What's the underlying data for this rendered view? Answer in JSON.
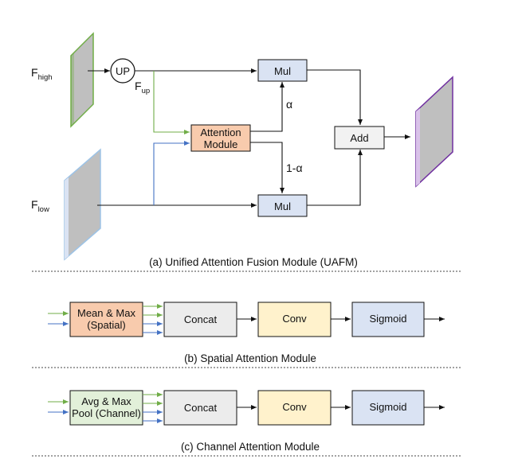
{
  "uafm": {
    "inputs": {
      "f_high": "F",
      "f_high_sub": "high",
      "f_low": "F",
      "f_low_sub": "low",
      "f_up": "F",
      "f_up_sub": "up"
    },
    "up_label": "UP",
    "attention_module_line1": "Attention",
    "attention_module_line2": "Module",
    "mul_label": "Mul",
    "add_label": "Add",
    "alpha": "α",
    "one_minus_alpha": "1-α",
    "caption": "(a) Unified Attention Fusion Module (UAFM)"
  },
  "spatial": {
    "pool_line1": "Mean & Max",
    "pool_line2": "(Spatial)",
    "concat": "Concat",
    "conv": "Conv",
    "sigmoid": "Sigmoid",
    "caption": "(b) Spatial Attention Module"
  },
  "channel": {
    "pool_line1": "Avg & Max",
    "pool_line2": "Pool (Channel)",
    "concat": "Concat",
    "conv": "Conv",
    "sigmoid": "Sigmoid",
    "caption": "(c) Channel Attention Module"
  },
  "colors": {
    "green": "#70ad47",
    "blue": "#4472c4",
    "purple": "#7030a0",
    "light_blue_fill": "#dae3f3",
    "orange_fill": "#f8cbad",
    "green_fill": "#e2f0d9",
    "yellow_fill": "#fff2cc",
    "gray_fill": "#ececec",
    "feature_gray": "#bfbfbf"
  }
}
